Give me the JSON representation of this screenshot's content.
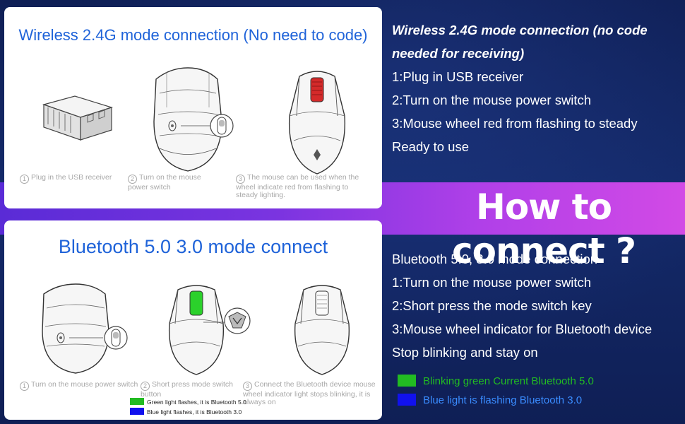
{
  "colors": {
    "background": "#10205a",
    "banner_start": "#5a2bd6",
    "banner_end": "#d24ae6",
    "panel_title": "#1f63d9",
    "green": "#22bb22",
    "blue": "#1111ee",
    "wheel_red": "#d42a2a",
    "wheel_green": "#2bd12b"
  },
  "banner": {
    "title": "How to connect ?"
  },
  "wireless_panel": {
    "title": "Wireless 2.4G mode connection (No need to code)",
    "steps": [
      {
        "num": "1",
        "text": "Plug in the USB receiver"
      },
      {
        "num": "2",
        "text": "Turn on the mouse power switch"
      },
      {
        "num": "3",
        "text": "The mouse can be used when the wheel indicate red from flashing to steady lighting."
      }
    ]
  },
  "bluetooth_panel": {
    "title": "Bluetooth 5.0 3.0 mode connect",
    "steps": [
      {
        "num": "1",
        "text": "Turn on the mouse power switch"
      },
      {
        "num": "2",
        "text": "Short press mode switch button"
      },
      {
        "num": "3",
        "text": "Connect the Bluetooth device mouse wheel indicator light stops blinking, it is always on"
      }
    ],
    "legend": [
      {
        "color": "#22bb22",
        "text": "Green light flashes, it is Bluetooth 5.0"
      },
      {
        "color": "#1111ee",
        "text": "Blue light flashes, it is Bluetooth 3.0"
      }
    ]
  },
  "wireless_instructions": {
    "heading_line1": "Wireless 2.4G mode connection (no code",
    "heading_line2": "needed for receiving)",
    "step1": "1:Plug in USB receiver",
    "step2": "2:Turn on the mouse power switch",
    "step3": "3:Mouse wheel red from flashing to steady",
    "step4": "Ready to use"
  },
  "bluetooth_instructions": {
    "heading": "Bluetooth 5.0, 3.0 mode connection",
    "step1": "1:Turn on the mouse power switch",
    "step2": "2:Short press the mode switch key",
    "step3": "3:Mouse wheel indicator for Bluetooth device",
    "step4": "Stop blinking and stay on",
    "legend": [
      {
        "color": "#22bb22",
        "text": "Blinking green Current Bluetooth 5.0"
      },
      {
        "color": "#1111ee",
        "text": "Blue light is flashing Bluetooth 3.0"
      }
    ]
  }
}
